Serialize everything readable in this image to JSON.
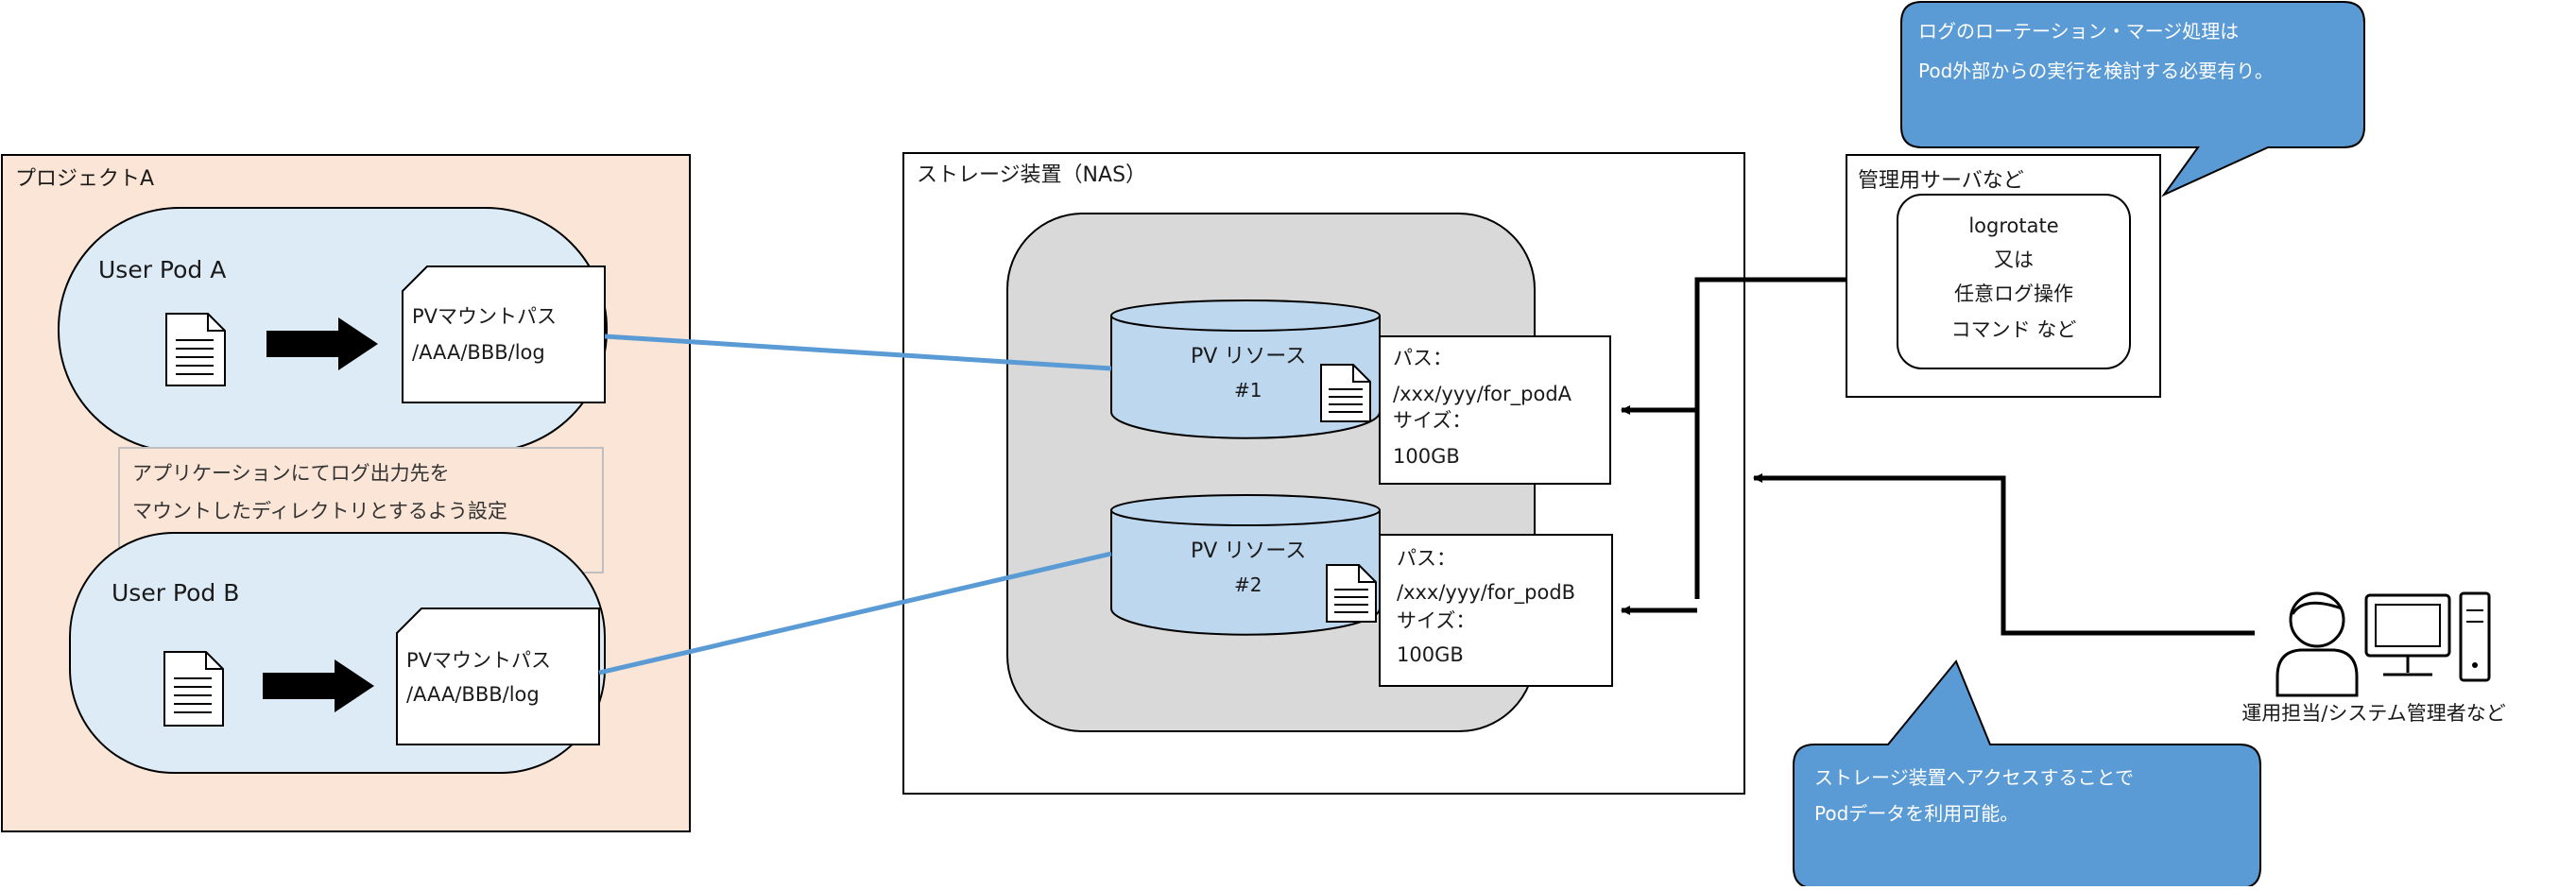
{
  "project": {
    "label": "プロジェクトA"
  },
  "pod_a": {
    "title": "User Pod A",
    "pv_path_title": "PVマウントパス",
    "pv_path_value": "/AAA/BBB/log"
  },
  "pod_b": {
    "title": "User Pod B",
    "pv_path_title": "PVマウントパス",
    "pv_path_value": "/AAA/BBB/log"
  },
  "note": {
    "line1": "アプリケーションにてログ出力先を",
    "line2": "マウントしたディレクトリとするよう設定"
  },
  "storage": {
    "label": "ストレージ装置（NAS）"
  },
  "pv1": {
    "title": "PV リソース",
    "number": "#1",
    "path_label": "パス：",
    "path_value": "/xxx/yyy/for_podA",
    "size_label": "サイズ：",
    "size_value": "100GB"
  },
  "pv2": {
    "title": "PV リソース",
    "number": "#2",
    "path_label": "パス：",
    "path_value": "/xxx/yyy/for_podB",
    "size_label": "サイズ：",
    "size_value": "100GB"
  },
  "server": {
    "label": "管理用サーバなど",
    "line1": "logrotate",
    "line2": "又は",
    "line3": "任意ログ操作",
    "line4": "コマンド など"
  },
  "callout_top": {
    "line1": "ログのローテーション・マージ処理は",
    "line2": "Pod外部からの実行を検討する必要有り。"
  },
  "callout_bottom": {
    "line1": "ストレージ装置へアクセスすることで",
    "line2": "Podデータを利用可能。"
  },
  "operator": {
    "label": "運用担当/システム管理者など"
  },
  "colors": {
    "project_fill": "#FBE5D6",
    "pod_fill": "#DDEBF7",
    "pv_fill": "#BDD7EE",
    "nas_inner_fill": "#D9D9D9",
    "callout_fill": "#5B9BD5",
    "link_line": "#5B9BD5"
  }
}
